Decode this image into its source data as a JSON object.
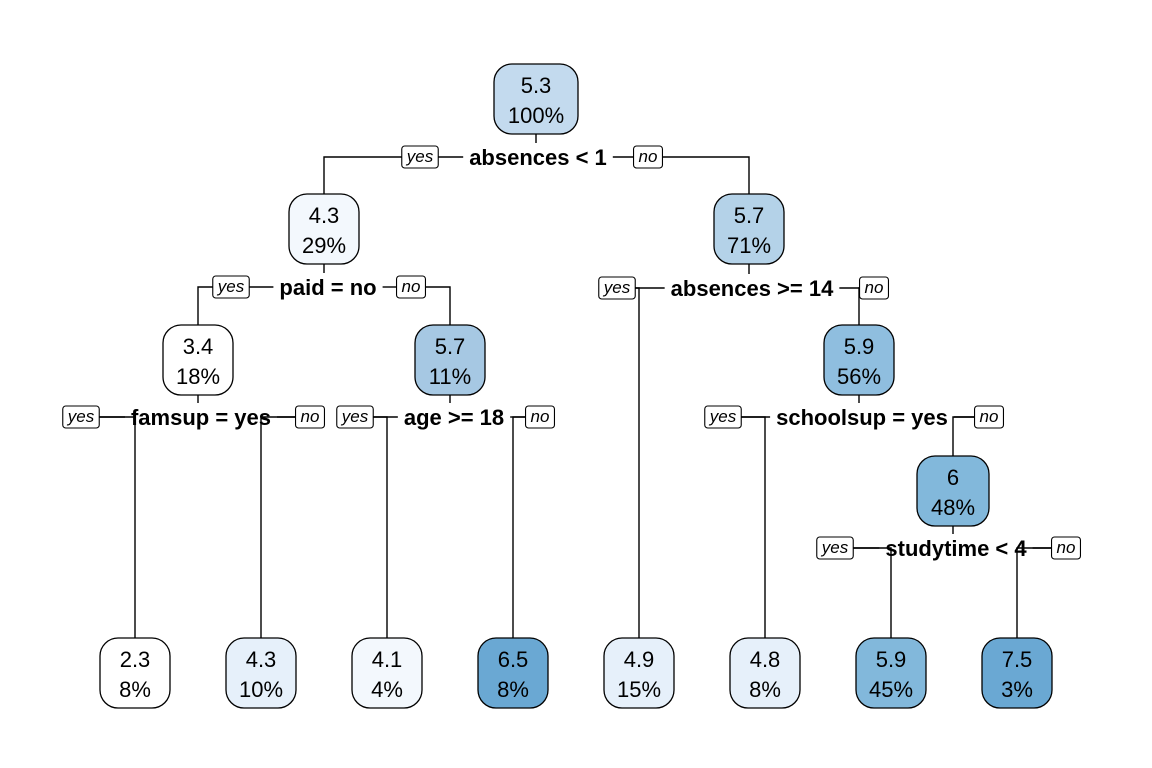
{
  "colors": {
    "scale": [
      "#ffffff",
      "#f3f8fd",
      "#e6f0fa",
      "#d2e3f3",
      "#c3daee",
      "#b4d2e8",
      "#a6c8e3",
      "#8fbedf",
      "#82b8db",
      "#6aa8d3"
    ]
  },
  "tags": {
    "yes": "yes",
    "no": "no"
  },
  "nodes": [
    {
      "id": "n1",
      "value": "5.3",
      "pct": "100%",
      "level": 4
    },
    {
      "id": "n2",
      "value": "4.3",
      "pct": "29%",
      "level": 1
    },
    {
      "id": "n3",
      "value": "5.7",
      "pct": "71%",
      "level": 5
    },
    {
      "id": "n4",
      "value": "3.4",
      "pct": "18%",
      "level": 0
    },
    {
      "id": "n5",
      "value": "5.7",
      "pct": "11%",
      "level": 6
    },
    {
      "id": "n7",
      "value": "5.9",
      "pct": "56%",
      "level": 7
    },
    {
      "id": "n15",
      "value": "6",
      "pct": "48%",
      "level": 8
    },
    {
      "id": "n8",
      "value": "2.3",
      "pct": "8%",
      "level": 0
    },
    {
      "id": "n9",
      "value": "4.3",
      "pct": "10%",
      "level": 2
    },
    {
      "id": "n10",
      "value": "4.1",
      "pct": "4%",
      "level": 1
    },
    {
      "id": "n11",
      "value": "6.5",
      "pct": "8%",
      "level": 9
    },
    {
      "id": "n6",
      "value": "4.9",
      "pct": "15%",
      "level": 2
    },
    {
      "id": "n14",
      "value": "4.8",
      "pct": "8%",
      "level": 2
    },
    {
      "id": "n30",
      "value": "5.9",
      "pct": "45%",
      "level": 8
    },
    {
      "id": "n31",
      "value": "7.5",
      "pct": "3%",
      "level": 9
    }
  ],
  "splits": [
    {
      "id": "s1",
      "label": "absences < 1",
      "parent": "n1",
      "yes_child": "n2",
      "no_child": "n3"
    },
    {
      "id": "s2",
      "label": "paid = no",
      "parent": "n2",
      "yes_child": "n4",
      "no_child": "n5"
    },
    {
      "id": "s3",
      "label": "absences >= 14",
      "parent": "n3",
      "yes_child": "n6",
      "no_child": "n7"
    },
    {
      "id": "s4",
      "label": "famsup = yes",
      "parent": "n4",
      "yes_child": "n8",
      "no_child": "n9"
    },
    {
      "id": "s5",
      "label": "age >= 18",
      "parent": "n5",
      "yes_child": "n10",
      "no_child": "n11"
    },
    {
      "id": "s6",
      "label": "schoolsup = yes",
      "parent": "n7",
      "yes_child": "n14",
      "no_child": "n15"
    },
    {
      "id": "s7",
      "label": "studytime < 4",
      "parent": "n15",
      "yes_child": "n30",
      "no_child": "n31"
    }
  ]
}
